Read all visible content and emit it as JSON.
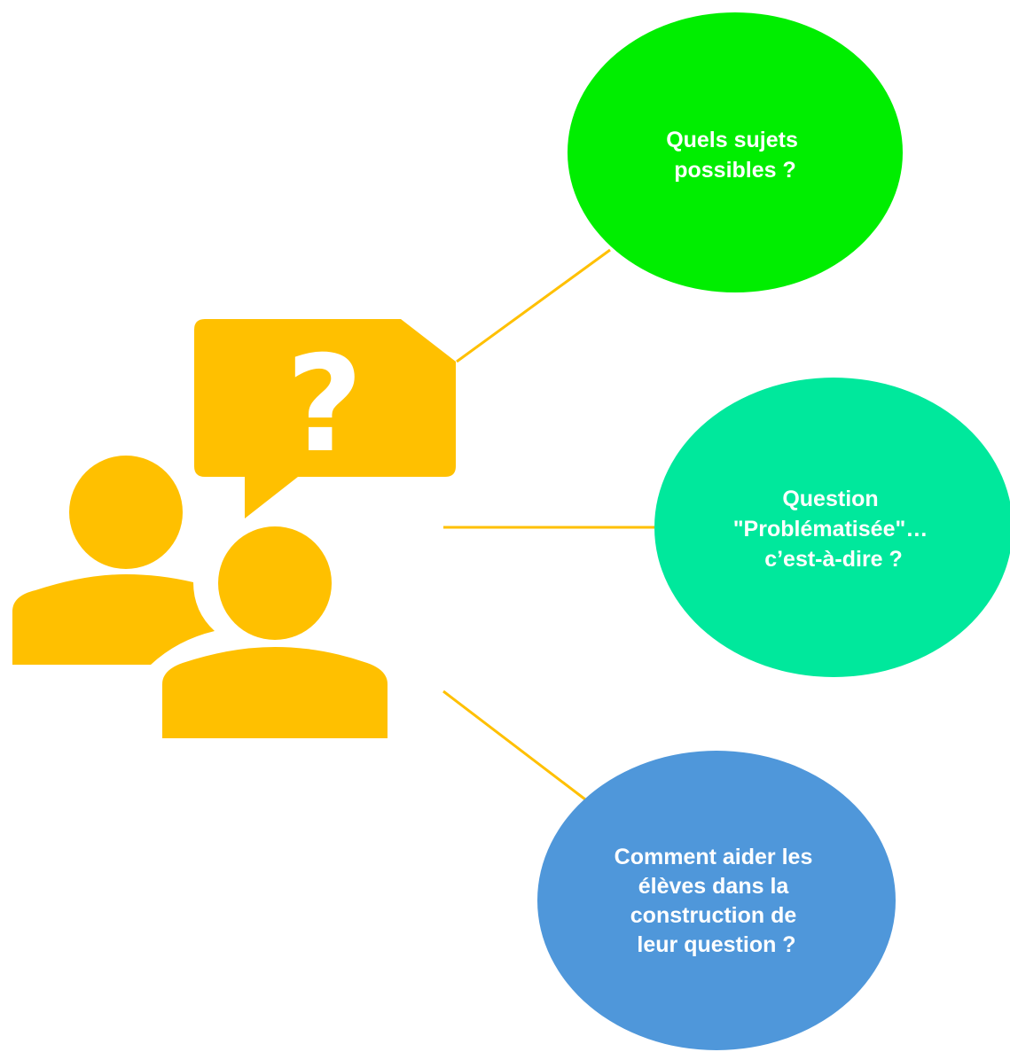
{
  "colors": {
    "icon": "#FFC000",
    "connector": "#FFC000",
    "bubble_1": "#00EE00",
    "bubble_2": "#00E89C",
    "bubble_3": "#4F97DA",
    "text": "#FFFFFF"
  },
  "icon": {
    "name": "two-people-question-icon",
    "glyph": "?"
  },
  "bubbles": [
    {
      "lines": [
        "Quels sujets",
        "possibles ?"
      ]
    },
    {
      "lines": [
        "Question",
        "\"Problématisée\"…",
        "c’est-à-dire ?"
      ]
    },
    {
      "lines": [
        "Comment aider les",
        "élèves dans la",
        "construction de",
        "leur question ?"
      ]
    }
  ]
}
